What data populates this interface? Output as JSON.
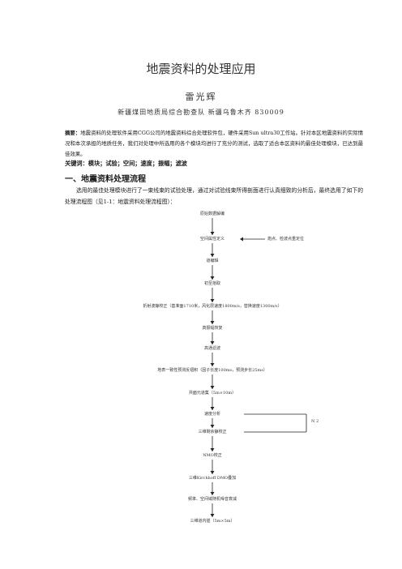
{
  "doc": {
    "title": "地震资料的处理应用",
    "author": "雷光辉",
    "affiliation": "新疆煤田地质局综合勘查队  新疆乌鲁木齐  830009",
    "abstract_label": "摘要：",
    "abstract_text": "地震资料的处理软件采用CGG公司的地震资料综合处理软件包，硬件采用Sun ultra30工作站。针对本区地震资料的实际情况和本次承担的地质任务，我们对处理中所选用的各个模块均进行了充分的测试，选取了适合本区资料的最佳处理模块，已达到最佳效果。",
    "keywords": "关键词：模块；试验；空间；速度；振幅；滤波",
    "section_heading": "一、地震资料处理流程",
    "paragraph": "选用的最佳处理模块进行了一束线束的试验处理，通过对试验线束所得剖面进行认真细致的分析后，最终选用了如下的处理流程图（见1-1：地震资料处理流程图）："
  },
  "flowchart": {
    "steps": [
      "原始数据解编",
      "空间属性定义",
      "道编辑",
      "初至拾取",
      "折射波静校正（基准面1710米，风化层速度1800m/s，替换速度1300m/s）",
      "真振幅恢复",
      "高通滤波",
      "地表一致性预测反褶积（因子长度100ms，预测步长25ms）",
      "共面元道集（5m×10m）",
      "速度分析",
      "三维剩余静校正",
      "NMO校正",
      "三维Kirchhoff DMO叠加",
      "频率、空间域随机噪音衰减",
      "三维道内插（5m×5m）"
    ],
    "side_note": "炮点、检波点重定位",
    "loop_label": "N 2"
  }
}
